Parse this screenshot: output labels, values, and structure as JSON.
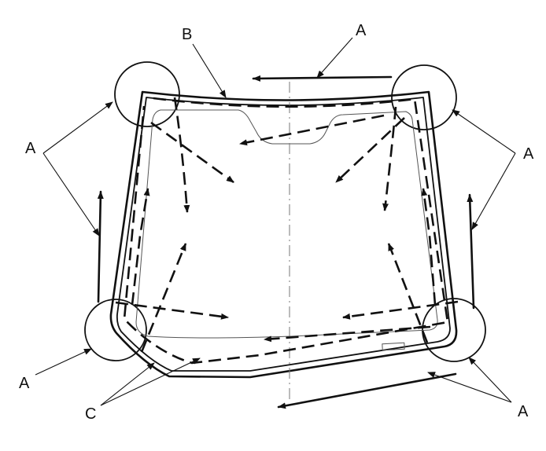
{
  "diagram": {
    "labels": {
      "a_top": "A",
      "a_left": "A",
      "a_right": "A",
      "a_bottom_left": "A",
      "a_bottom_right": "A",
      "b": "B",
      "c": "C"
    }
  }
}
